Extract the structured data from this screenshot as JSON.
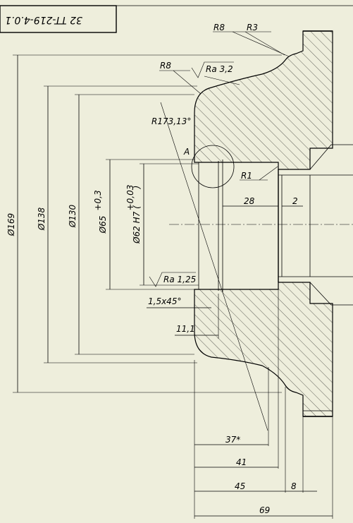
{
  "title_block": {
    "designation": "32 TT-219-4.0.1"
  },
  "radii": {
    "r8_top": "R8",
    "r3": "R3",
    "r8_left": "R8",
    "r173": "R173,13°",
    "r1": "R1"
  },
  "roughness": {
    "ra32": "Ra 3,2",
    "ra125": "Ra 1,25"
  },
  "detail_marker": "A",
  "diameters": {
    "d169": "Ø169",
    "d138": "Ø138",
    "d130": "Ø130",
    "d65": "Ø65",
    "d65_tol": "+0,3",
    "d62": "Ø62 H7 (",
    "d62_tol": "+0,03",
    "d62_close": ")"
  },
  "lengths": {
    "l28": "28",
    "l2": "2",
    "chamfer": "1,5x45°",
    "l11_1": "11,1",
    "l37": "37*",
    "l41": "41",
    "l45": "45",
    "l8": "8",
    "l69": "69"
  }
}
